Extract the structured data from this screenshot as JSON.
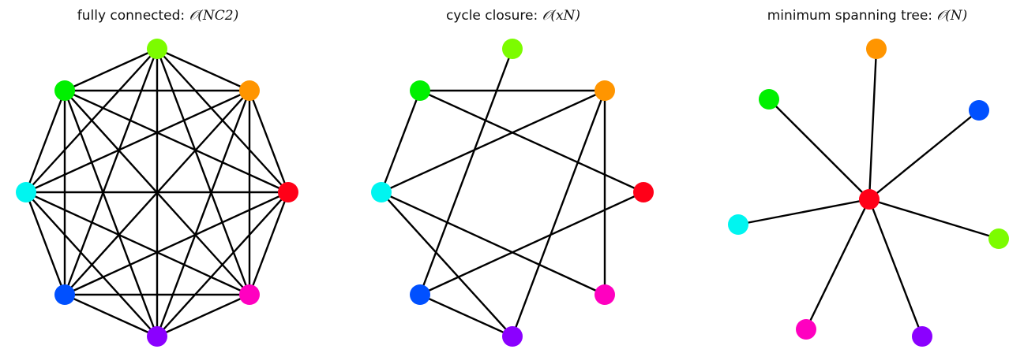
{
  "panels": [
    {
      "title_prefix": "fully connected: ",
      "title_math": "𝒪(NC2)",
      "nodes": [
        {
          "id": "lime",
          "color": "#7cfc00"
        },
        {
          "id": "orange",
          "color": "#ff9500"
        },
        {
          "id": "red",
          "color": "#ff0018"
        },
        {
          "id": "magenta",
          "color": "#ff00c0"
        },
        {
          "id": "violet",
          "color": "#8b00ff"
        },
        {
          "id": "blue",
          "color": "#0050ff"
        },
        {
          "id": "cyan",
          "color": "#00f5f0"
        },
        {
          "id": "green",
          "color": "#00f000"
        }
      ],
      "edges": "complete"
    },
    {
      "title_prefix": "cycle closure: ",
      "title_math": "𝒪(xN)",
      "nodes": [
        {
          "id": "lime",
          "color": "#7cfc00"
        },
        {
          "id": "orange",
          "color": "#ff9500"
        },
        {
          "id": "red",
          "color": "#ff0018"
        },
        {
          "id": "magenta",
          "color": "#ff00c0"
        },
        {
          "id": "violet",
          "color": "#8b00ff"
        },
        {
          "id": "blue",
          "color": "#0050ff"
        },
        {
          "id": "cyan",
          "color": "#00f5f0"
        },
        {
          "id": "green",
          "color": "#00f000"
        }
      ],
      "edges": [
        [
          "green",
          "orange"
        ],
        [
          "green",
          "cyan"
        ],
        [
          "green",
          "red"
        ],
        [
          "lime",
          "blue"
        ],
        [
          "orange",
          "cyan"
        ],
        [
          "orange",
          "magenta"
        ],
        [
          "orange",
          "violet"
        ],
        [
          "red",
          "blue"
        ],
        [
          "cyan",
          "magenta"
        ],
        [
          "cyan",
          "violet"
        ],
        [
          "blue",
          "violet"
        ]
      ]
    },
    {
      "title_prefix": "minimum spanning tree: ",
      "title_math": "𝒪(N)",
      "nodes": [
        {
          "id": "orange",
          "color": "#ff9500"
        },
        {
          "id": "green",
          "color": "#00f000"
        },
        {
          "id": "blue",
          "color": "#0050ff"
        },
        {
          "id": "red",
          "color": "#ff0018"
        },
        {
          "id": "cyan",
          "color": "#00f5f0"
        },
        {
          "id": "lime",
          "color": "#7cfc00"
        },
        {
          "id": "magenta",
          "color": "#ff00c0"
        },
        {
          "id": "violet",
          "color": "#8b00ff"
        }
      ],
      "edges": [
        [
          "red",
          "orange"
        ],
        [
          "red",
          "green"
        ],
        [
          "red",
          "blue"
        ],
        [
          "red",
          "cyan"
        ],
        [
          "red",
          "lime"
        ],
        [
          "red",
          "magenta"
        ],
        [
          "red",
          "violet"
        ]
      ]
    }
  ]
}
